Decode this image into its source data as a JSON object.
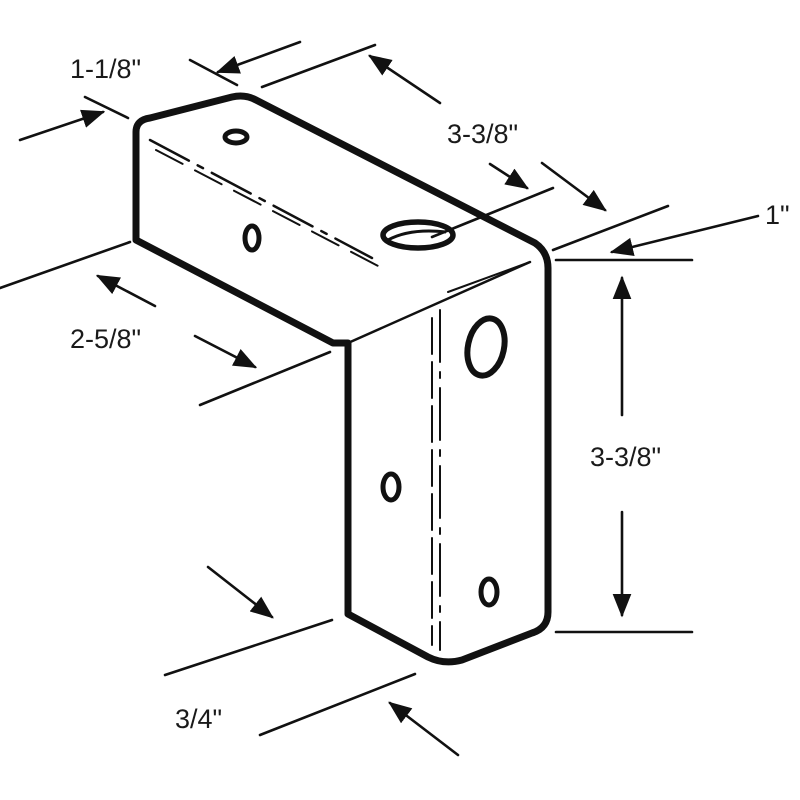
{
  "diagram": {
    "colors": {
      "ink": "#111111",
      "background": "#ffffff"
    },
    "dimensions": {
      "flange_width": "1-1/8\"",
      "top_length": "3-3/8\"",
      "thickness": "1\"",
      "top_depth": "2-5/8\"",
      "leg_height": "3-3/8\"",
      "leg_width": "3/4\""
    }
  }
}
